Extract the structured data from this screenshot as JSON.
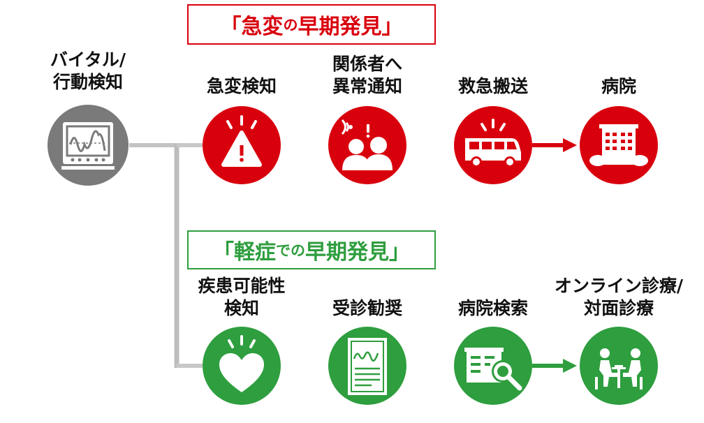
{
  "colors": {
    "emergency": "#d9000d",
    "mild": "#2e9e3e",
    "source": "#7a7a7a",
    "connector": "#bdbdbd"
  },
  "banners": {
    "emergency": {
      "open": "「急変",
      "particle": "の",
      "close": "早期発見」"
    },
    "mild": {
      "open": "「軽症",
      "particle": "での",
      "close": "早期発見」"
    }
  },
  "source": {
    "label_line1": "バイタル/",
    "label_line2": "行動検知",
    "icon": "vital-monitor-icon"
  },
  "emergency_flow": [
    {
      "line1": "急変検知",
      "line2": "",
      "icon": "warning-icon"
    },
    {
      "line1": "関係者へ",
      "line2": "異常通知",
      "icon": "people-alert-icon"
    },
    {
      "line1": "救急搬送",
      "line2": "",
      "icon": "ambulance-icon"
    },
    {
      "line1": "病院",
      "line2": "",
      "icon": "hospital-icon"
    }
  ],
  "mild_flow": [
    {
      "line1": "疾患可能性",
      "line2": "検知",
      "icon": "heart-icon"
    },
    {
      "line1": "受診勧奨",
      "line2": "",
      "icon": "document-chart-icon"
    },
    {
      "line1": "病院検索",
      "line2": "",
      "icon": "search-hospital-icon"
    },
    {
      "line1": "オンライン診療/",
      "line2": "対面診療",
      "icon": "consultation-icon"
    }
  ]
}
